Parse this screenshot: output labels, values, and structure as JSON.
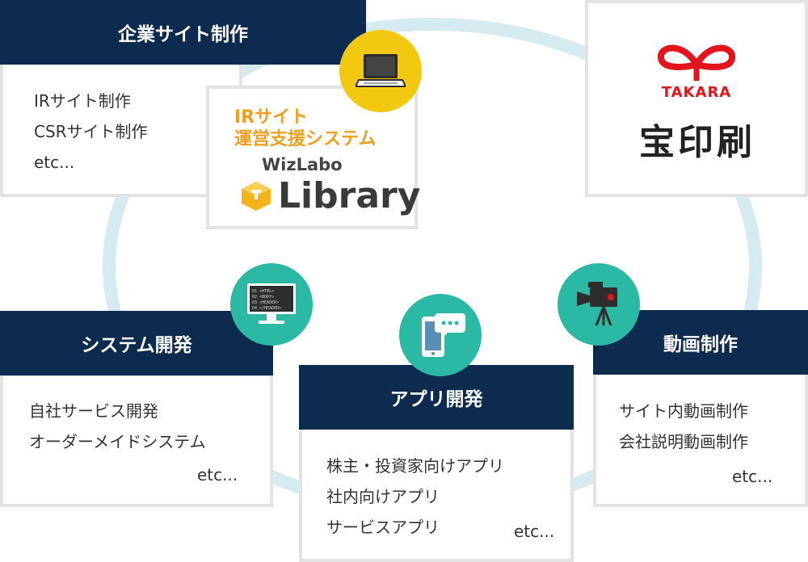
{
  "colors": {
    "header_navy": "#0d2a4f",
    "teal_circle": "#2bb9a3",
    "yellow_circle": "#f2c811",
    "ring": "#d6ebf0",
    "takara_red": "#e3141b",
    "library_orange": "#f0a020"
  },
  "corporate_site": {
    "title": "企業サイト制作",
    "items": [
      "IRサイト制作",
      "CSRサイト制作",
      "etc..."
    ],
    "icon": "laptop-icon"
  },
  "library": {
    "title_line1": "IRサイト",
    "title_line2": "運営支援システム",
    "brand_small": "WizLabo",
    "brand_large": "Library"
  },
  "takara": {
    "logo_text": "TAKARA",
    "company": "宝印刷"
  },
  "system_dev": {
    "title": "システム開発",
    "items": [
      "自社サービス開発",
      "オーダーメイドシステム"
    ],
    "etc": "etc...",
    "icon": "monitor-code-icon",
    "code_lines": [
      "01 <HTML>",
      "02 <BODY>",
      "03 <HEADER>",
      "04 </HEADER>"
    ]
  },
  "app_dev": {
    "title": "アプリ開発",
    "items": [
      "株主・投資家向けアプリ",
      "社内向けアプリ",
      "サービスアプリ"
    ],
    "etc": "etc...",
    "icon": "smartphone-chat-icon"
  },
  "video": {
    "title": "動画制作",
    "items": [
      "サイト内動画制作",
      "会社説明動画制作"
    ],
    "etc": "etc...",
    "icon": "video-camera-icon"
  }
}
